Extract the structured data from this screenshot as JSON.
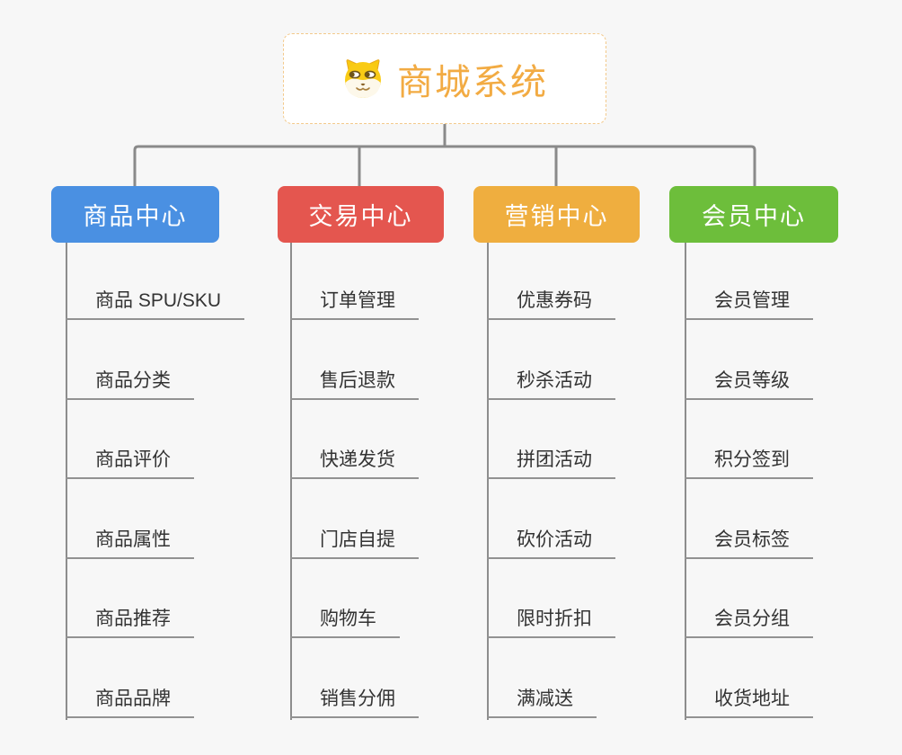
{
  "root": {
    "title": "商城系统",
    "icon": "dog-face-icon"
  },
  "branches": [
    {
      "label": "商品中心",
      "color": "#4a90e2",
      "children": [
        "商品 SPU/SKU",
        "商品分类",
        "商品评价",
        "商品属性",
        "商品推荐",
        "商品品牌"
      ]
    },
    {
      "label": "交易中心",
      "color": "#e4564f",
      "children": [
        "订单管理",
        "售后退款",
        "快递发货",
        "门店自提",
        "购物车",
        "销售分佣"
      ]
    },
    {
      "label": "营销中心",
      "color": "#efae3f",
      "children": [
        "优惠券码",
        "秒杀活动",
        "拼团活动",
        "砍价活动",
        "限时折扣",
        "满减送"
      ]
    },
    {
      "label": "会员中心",
      "color": "#6dbe3b",
      "children": [
        "会员管理",
        "会员等级",
        "积分签到",
        "会员标签",
        "会员分组",
        "收货地址"
      ]
    }
  ],
  "colors": {
    "background": "#f7f7f7",
    "root_border": "#f3c98b",
    "root_title": "#f2ab43",
    "connector": "#8a8a8a",
    "leaf_text": "#333333",
    "leaf_line": "#929292"
  }
}
